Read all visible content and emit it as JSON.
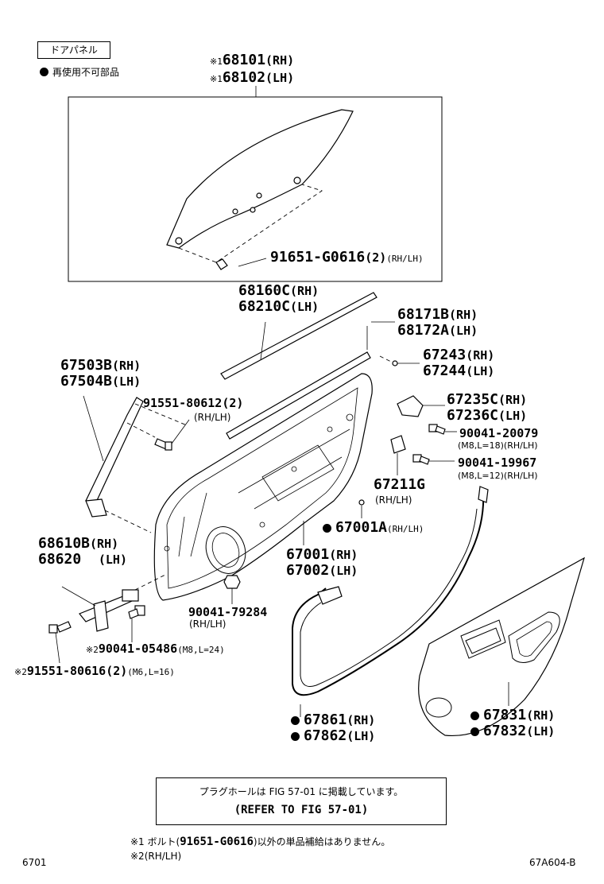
{
  "header": {
    "title": "ドアパネル",
    "legend_text": "再使用不可部品"
  },
  "parts": {
    "glass": {
      "mark": "※1",
      "rh": "68101",
      "rh_sfx": "(RH)",
      "lh": "68102",
      "lh_sfx": "(LH)"
    },
    "glass_bolt": {
      "no": "91651-G0616",
      "qty": "(2)",
      "sfx": "(RH/LH)"
    },
    "weatherstrip_outer": {
      "rh": "68160C",
      "rh_sfx": "(RH)",
      "lh": "68210C",
      "lh_sfx": "(LH)"
    },
    "weatherstrip_inner": {
      "rh": "68171B",
      "rh_sfx": "(RH)",
      "lh": "68172A",
      "lh_sfx": "(LH)"
    },
    "clip_a": {
      "rh": "67243",
      "rh_sfx": "(RH)",
      "lh": "67244",
      "lh_sfx": "(LH)"
    },
    "run_channel": {
      "rh": "67503B",
      "rh_sfx": "(RH)",
      "lh": "67504B",
      "lh_sfx": "(LH)"
    },
    "channel_bolt": {
      "no": "91551-80612",
      "qty": "(2)",
      "sfx": "(RH/LH)"
    },
    "hinge_bracket": {
      "rh": "67235C",
      "rh_sfx": "(RH)",
      "lh": "67236C",
      "lh_sfx": "(LH)"
    },
    "bolt_20079": {
      "no": "90041-20079",
      "spec": "(M8,L=18)(RH/LH)"
    },
    "bolt_19967": {
      "no": "90041-19967",
      "spec": "(M8,L=12)(RH/LH)"
    },
    "stopper": {
      "no": "67211G",
      "sfx": "(RH/LH)"
    },
    "plug": {
      "no": "67001A",
      "sfx": "(RH/LH)"
    },
    "door_panel": {
      "rh": "67001",
      "rh_sfx": "(RH)",
      "lh": "67002",
      "lh_sfx": "(LH)"
    },
    "check_link": {
      "rh": "68610B",
      "rh_sfx": "(RH)",
      "lh": "68620",
      "lh_sfx": "(LH)"
    },
    "nut_79284": {
      "no": "90041-79284",
      "sfx": "(RH/LH)"
    },
    "bolt_05486": {
      "mark": "※2",
      "no": "90041-05486",
      "spec": "(M8,L=24)"
    },
    "bolt_80616": {
      "mark": "※2",
      "no": "91551-80616",
      "qty": "(2)",
      "spec": "(M6,L=16)"
    },
    "seal": {
      "rh": "67861",
      "rh_sfx": "(RH)",
      "lh": "67862",
      "lh_sfx": "(LH)"
    },
    "trim_cover": {
      "rh": "67831",
      "rh_sfx": "(RH)",
      "lh": "67832",
      "lh_sfx": "(LH)"
    }
  },
  "reference": {
    "line1": "プラグホールは FIG 57-01 に掲載しています。",
    "line2": "(REFER TO FIG 57-01)"
  },
  "footnotes": {
    "note1_prefix": "※1 ボルト(",
    "note1_part": "91651-G0616",
    "note1_suffix": ")以外の単品補給はありません。",
    "note2": "※2(RH/LH)"
  },
  "footer": {
    "fig_no": "6701",
    "drawing_id": "67A604-B"
  }
}
